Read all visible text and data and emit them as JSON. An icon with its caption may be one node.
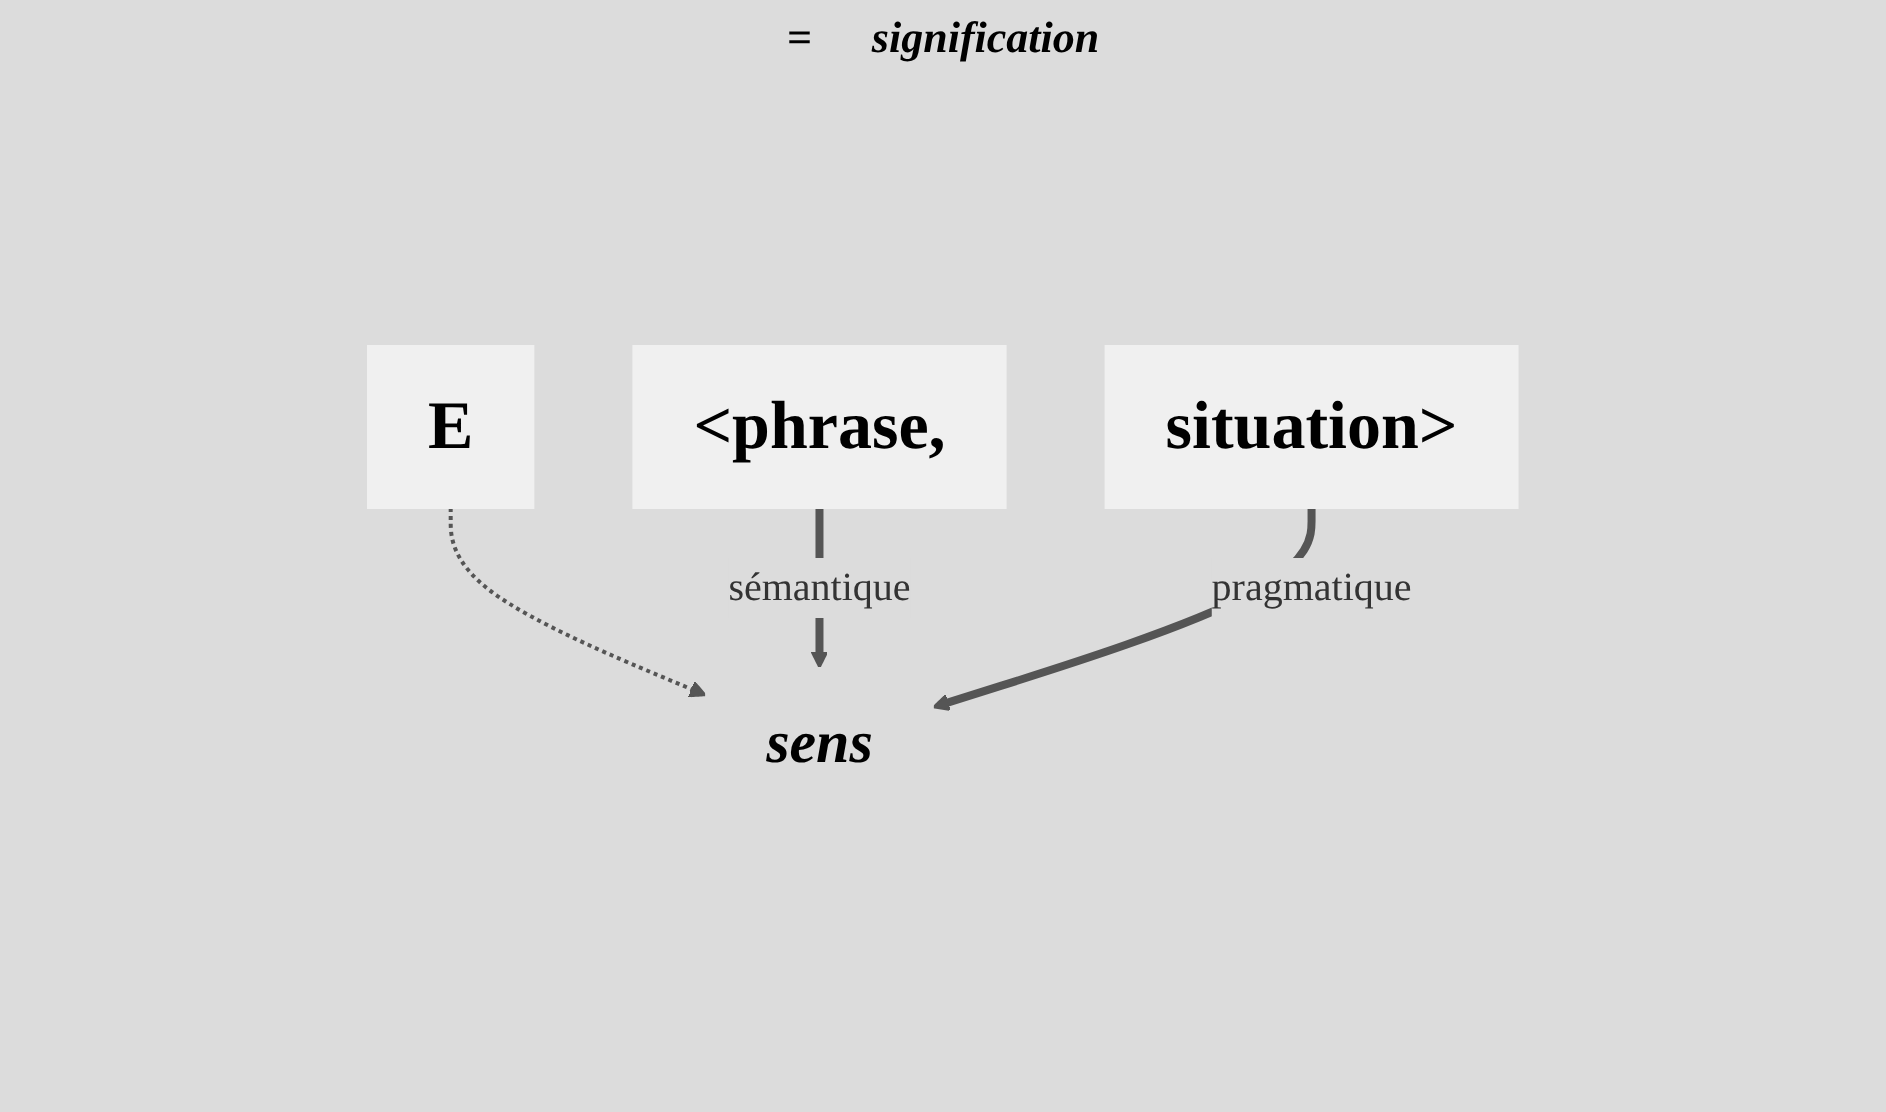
{
  "diagram": {
    "nodes": [
      {
        "text": [
          "E"
        ]
      },
      {
        "text": [
          "<phrase,"
        ]
      },
      {
        "text": [
          "situation>"
        ]
      },
      {
        "text": [
          "sens"
        ]
      }
    ],
    "edges": [
      {
        "from": 0,
        "to": 3,
        "arrow": "to",
        "style": "dashed"
      },
      {
        "from": 1,
        "to": 3,
        "arrow": "to",
        "label": "sémantique"
      },
      {
        "from": 2,
        "to": 3,
        "arrow": "to",
        "label": "pragmatique"
      }
    ],
    "labels": [
      "=",
      "signification"
    ]
  }
}
